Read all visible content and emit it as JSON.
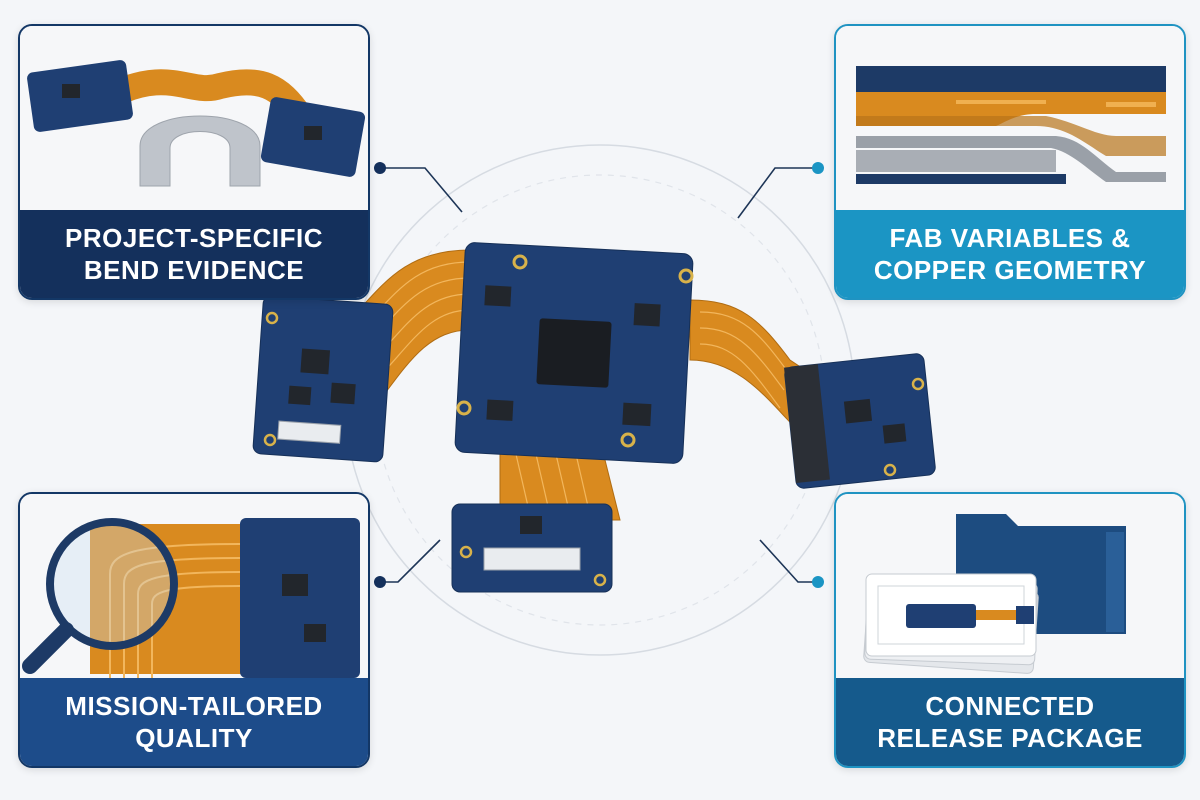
{
  "cards": [
    {
      "lines": [
        "PROJECT-SPECIFIC",
        "BEND EVIDENCE"
      ],
      "image": "rigid-flex-bend-test-illustration"
    },
    {
      "lines": [
        "FAB VARIABLES &",
        "COPPER GEOMETRY"
      ],
      "image": "layer-stackup-cross-section-illustration"
    },
    {
      "lines": [
        "MISSION-TAILORED",
        "QUALITY"
      ],
      "image": "magnifier-inspecting-flex-traces-illustration"
    },
    {
      "lines": [
        "CONNECTED",
        "RELEASE PACKAGE"
      ],
      "image": "document-folder-package-illustration"
    }
  ],
  "center": {
    "image": "rigid-flex-pcb-assembly-illustration"
  },
  "colors": {
    "navy": "#14305c",
    "cyan": "#1b95c4",
    "flex_orange": "#d98a1f",
    "pcb_blue": "#1f3f73"
  }
}
